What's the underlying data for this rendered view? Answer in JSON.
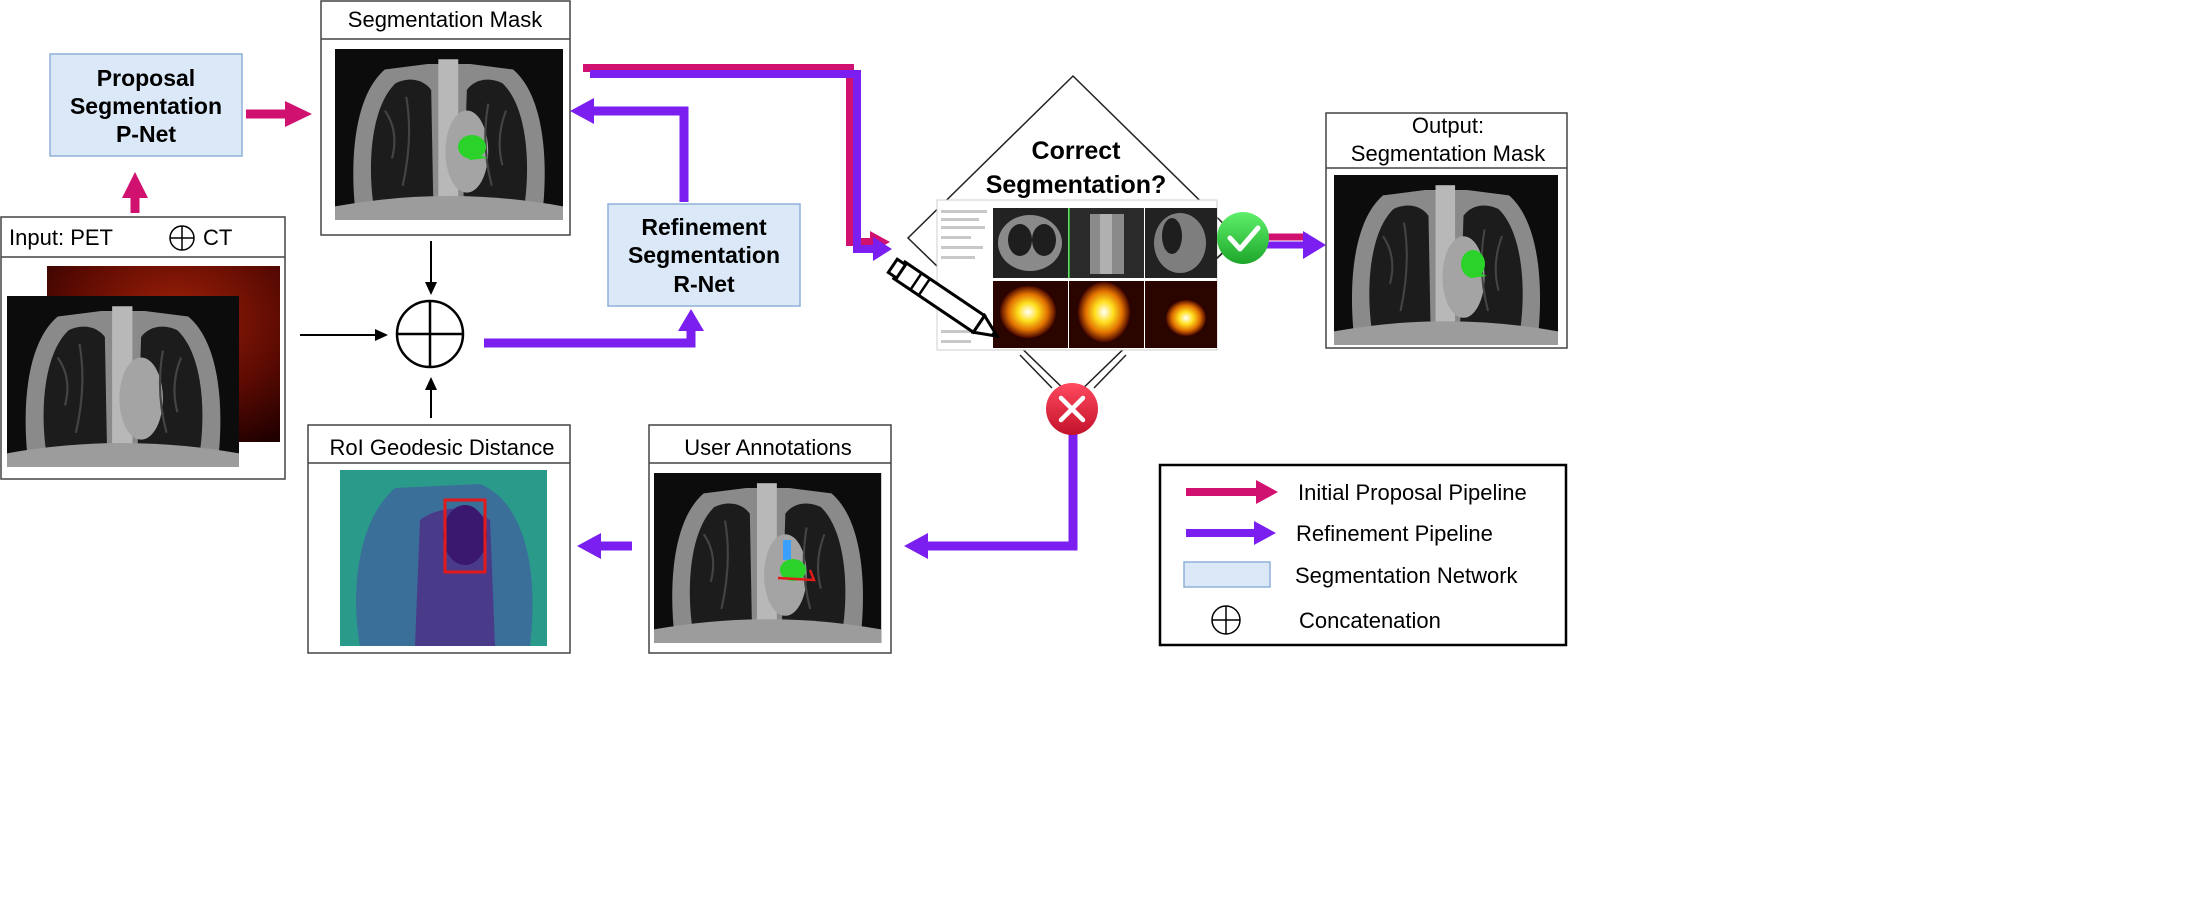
{
  "colors": {
    "initial_arrow": "#d1116f",
    "refine_arrow": "#7a1ff0",
    "network_fill": "#dbe8f7",
    "network_stroke": "#8fb0d8",
    "check": "#32c83c",
    "cross": "#e5223b"
  },
  "nodes": {
    "proposal": {
      "line1": "Proposal",
      "line2": "Segmentation",
      "line3": "P-Net"
    },
    "seg_mask": {
      "title": "Segmentation Mask"
    },
    "input": {
      "prefix": "Input: PET",
      "suffix": "CT"
    },
    "refinement": {
      "line1": "Refinement",
      "line2": "Segmentation",
      "line3": "R-Net"
    },
    "decision": {
      "line1": "Correct",
      "line2": "Segmentation?"
    },
    "output": {
      "line1": "Output:",
      "line2": "Segmentation Mask"
    },
    "roi": {
      "title": "RoI Geodesic Distance"
    },
    "user": {
      "title": "User Annotations"
    }
  },
  "legend": {
    "items": [
      {
        "label": "Initial Proposal Pipeline",
        "icon": "magenta-arrow"
      },
      {
        "label": "Refinement Pipeline",
        "icon": "purple-arrow"
      },
      {
        "label": "Segmentation Network",
        "icon": "blue-box"
      },
      {
        "label": "Concatenation",
        "icon": "circle-plus"
      }
    ]
  }
}
